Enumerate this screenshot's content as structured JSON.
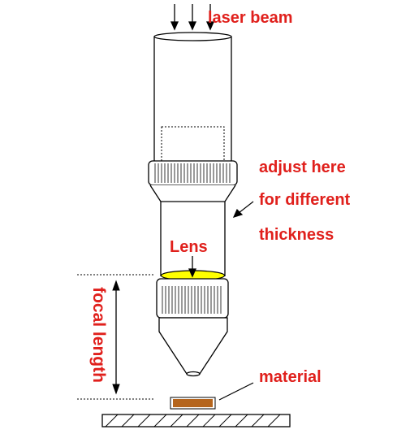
{
  "labels": {
    "laser_beam": "laser beam",
    "adjust_line1": "adjust here",
    "adjust_line2": "for different",
    "adjust_line3": "thickness",
    "lens": "Lens",
    "focal_length": "focal length",
    "material": "material"
  },
  "colors": {
    "label_text": "#e0201c",
    "outline": "#000000",
    "lens_fill": "#ffff00",
    "material_fill": "#b5651d",
    "background": "#ffffff"
  }
}
